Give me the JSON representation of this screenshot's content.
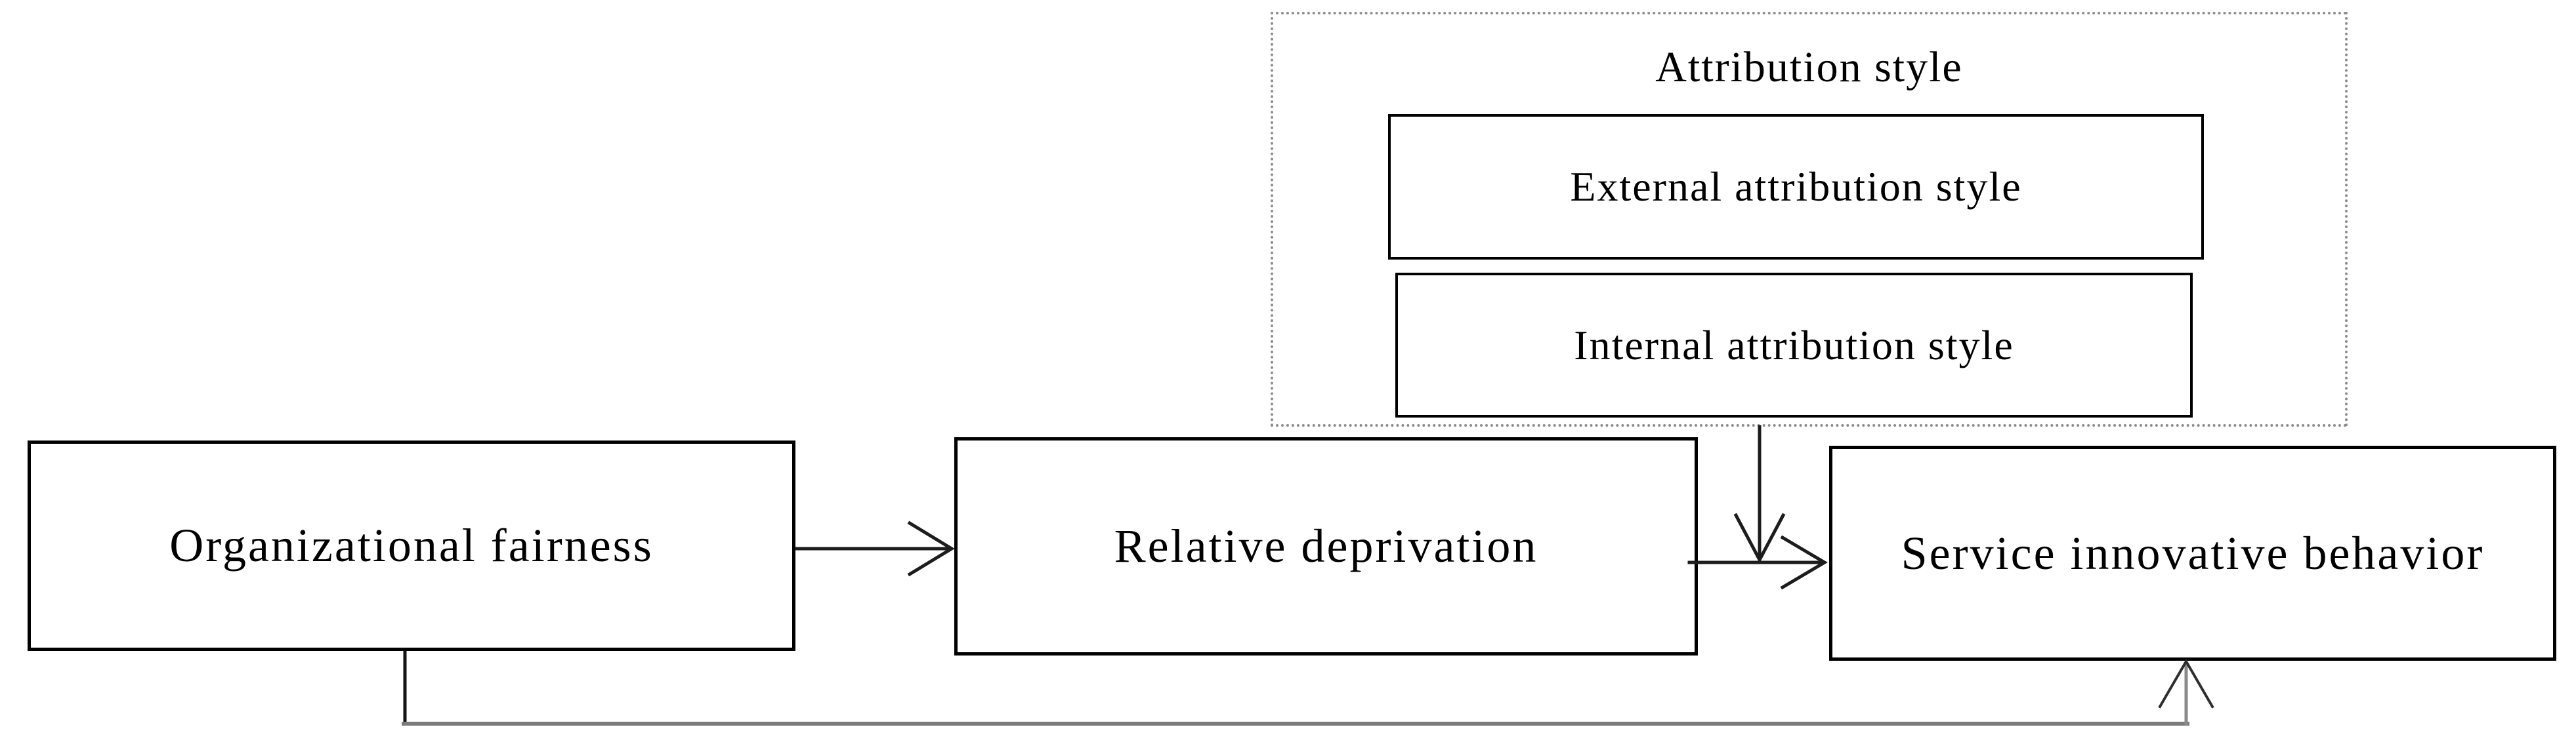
{
  "figure": {
    "moderator_panel": {
      "title": "Attribution style",
      "boxes": [
        {
          "label": "External attribution style"
        },
        {
          "label": "Internal attribution style"
        }
      ]
    },
    "nodes": [
      {
        "id": "independent",
        "label": "Organizational fairness"
      },
      {
        "id": "mediator",
        "label": "Relative deprivation"
      },
      {
        "id": "dependent",
        "label": "Service innovative behavior"
      }
    ],
    "connectors": [
      {
        "from": "Organizational fairness",
        "to": "Relative deprivation",
        "type": "straight-arrow",
        "head": "open-chevron"
      },
      {
        "from": "Relative deprivation",
        "to": "Service innovative behavior",
        "type": "straight-arrow",
        "head": "open-chevron"
      },
      {
        "from": "Attribution style",
        "to": "mediation path (Relative deprivation → Service innovative behavior)",
        "type": "vertical-moderation-arrow",
        "head": "open-chevron"
      },
      {
        "from": "Organizational fairness",
        "to": "Service innovative behavior",
        "type": "bottom-elbow-direct-arrow",
        "head": "open-chevron"
      }
    ],
    "colors": {
      "background": "#ffffff",
      "box_border": "#000000",
      "text": "#000000",
      "dotted_border": "#8c8c8c",
      "arrow": "#1c1c1c",
      "feedback_line_gray": "#7b7b7b"
    }
  }
}
